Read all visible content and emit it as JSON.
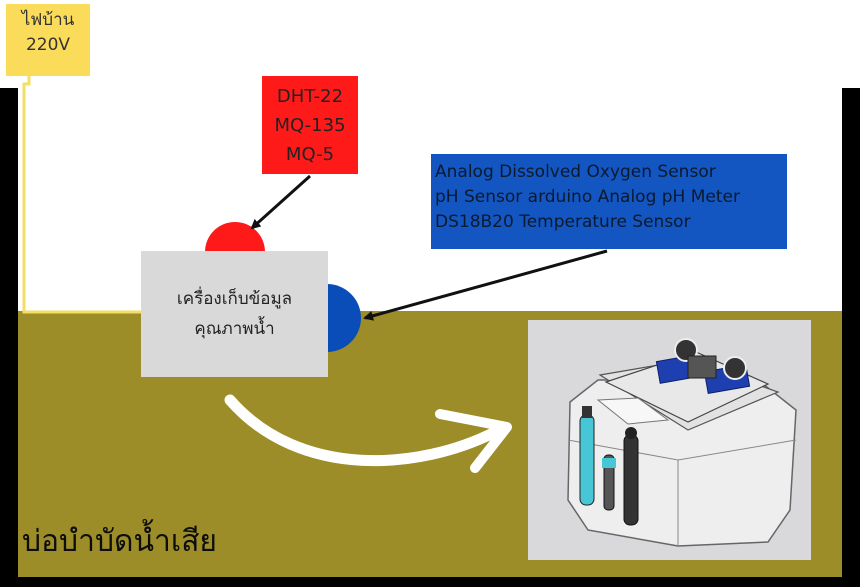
{
  "power": {
    "line1": "ไฟบ้าน",
    "line2": "220V"
  },
  "gas_sensors": [
    "DHT-22",
    "MQ-135",
    "MQ-5"
  ],
  "water_sensors": [
    "Analog Dissolved Oxygen Sensor",
    "pH Sensor arduino Analog pH Meter",
    "DS18B20 Temperature Sensor"
  ],
  "logger": {
    "line1": "เครื่องเก็บข้อมูล",
    "line2": "คุณภาพน้ำ"
  },
  "pond_label": "บ่อบำบัดน้ำเสีย",
  "colors": {
    "water": "#9c8d28",
    "power_box": "#fadc5a",
    "gas_box": "#ff1a1a",
    "water_box": "#1356c1",
    "logger": "#d9d9d9",
    "wire": "#f3df63"
  }
}
